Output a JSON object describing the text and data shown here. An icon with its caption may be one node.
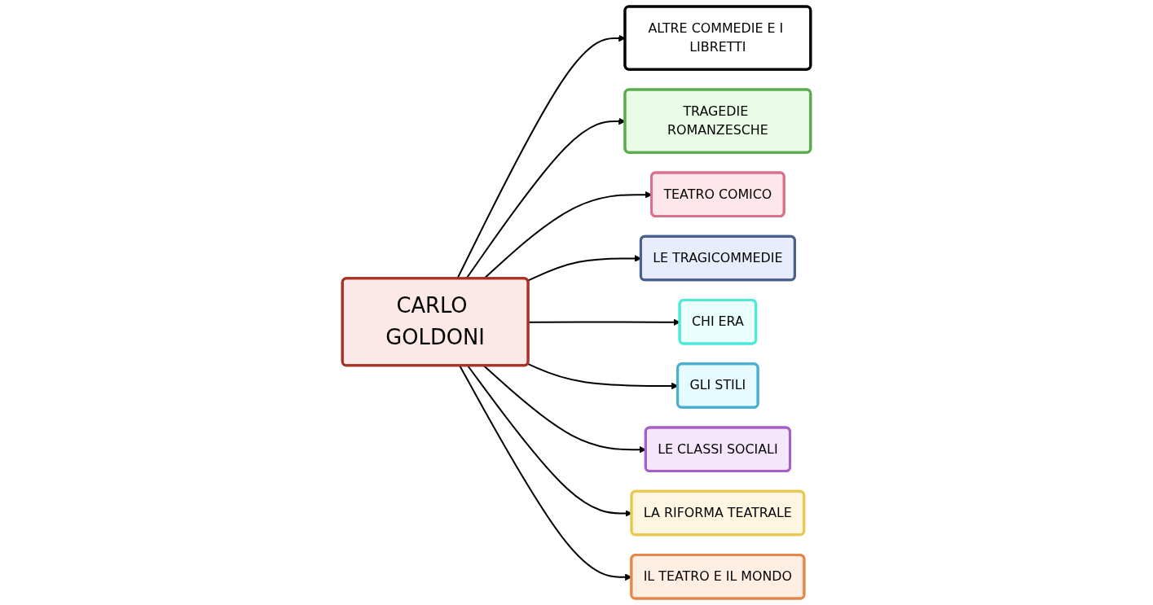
{
  "diagram": {
    "nodes": [
      {
        "text": [
          "CARLO GOLDONI"
        ]
      },
      {
        "text": [
          "ALTRE COMMEDIE E I LIBRETTI"
        ]
      },
      {
        "text": [
          "TRAGEDIE ROMANZESCHE"
        ]
      },
      {
        "text": [
          "TEATRO COMICO"
        ]
      },
      {
        "text": [
          "LE TRAGICOMMEDIE"
        ]
      },
      {
        "text": [
          "CHI ERA"
        ]
      },
      {
        "text": [
          "GLI STILI"
        ]
      },
      {
        "text": [
          "LE CLASSI SOCIALI"
        ]
      },
      {
        "text": [
          "LA RIFORMA TEATRALE"
        ]
      },
      {
        "text": [
          "IL TEATRO E IL MONDO"
        ]
      }
    ],
    "edges": [
      {
        "from": 0,
        "to": 1,
        "arrow": "to"
      },
      {
        "from": 0,
        "to": 2,
        "arrow": "to"
      },
      {
        "from": 0,
        "to": 3,
        "arrow": "to"
      },
      {
        "from": 0,
        "to": 4,
        "arrow": "to"
      },
      {
        "from": 0,
        "to": 5,
        "arrow": "to"
      },
      {
        "from": 0,
        "to": 6,
        "arrow": "to"
      },
      {
        "from": 0,
        "to": 7,
        "arrow": "to"
      },
      {
        "from": 0,
        "to": 8,
        "arrow": "to"
      },
      {
        "from": 0,
        "to": 9,
        "arrow": "to"
      }
    ]
  }
}
